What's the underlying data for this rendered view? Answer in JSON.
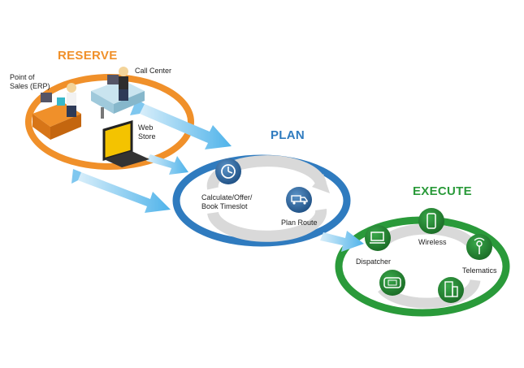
{
  "sections": {
    "reserve": {
      "title": "RESERVE",
      "color": "#f0902a"
    },
    "plan": {
      "title": "PLAN",
      "color": "#2f7bbf"
    },
    "execute": {
      "title": "EXECUTE",
      "color": "#2a9a3a"
    }
  },
  "labels": {
    "point_of_sales_1": "Point of",
    "point_of_sales_2": "Sales (ERP)",
    "call_center": "Call Center",
    "web_store_1": "Web",
    "web_store_2": "Store",
    "calculate_1": "Calculate/Offer/",
    "calculate_2": "Book Timeslot",
    "plan_route": "Plan Route",
    "wireless": "Wireless",
    "dispatcher": "Dispatcher",
    "telematics": "Telematics"
  },
  "icons": {
    "calculate": "clock-icon",
    "plan_route": "truck-icon",
    "dispatcher": "laptop-icon",
    "wireless": "smartphone-icon",
    "telematics": "antenna-icon",
    "handheld": "handheld-device-icon",
    "building": "building-icon"
  }
}
